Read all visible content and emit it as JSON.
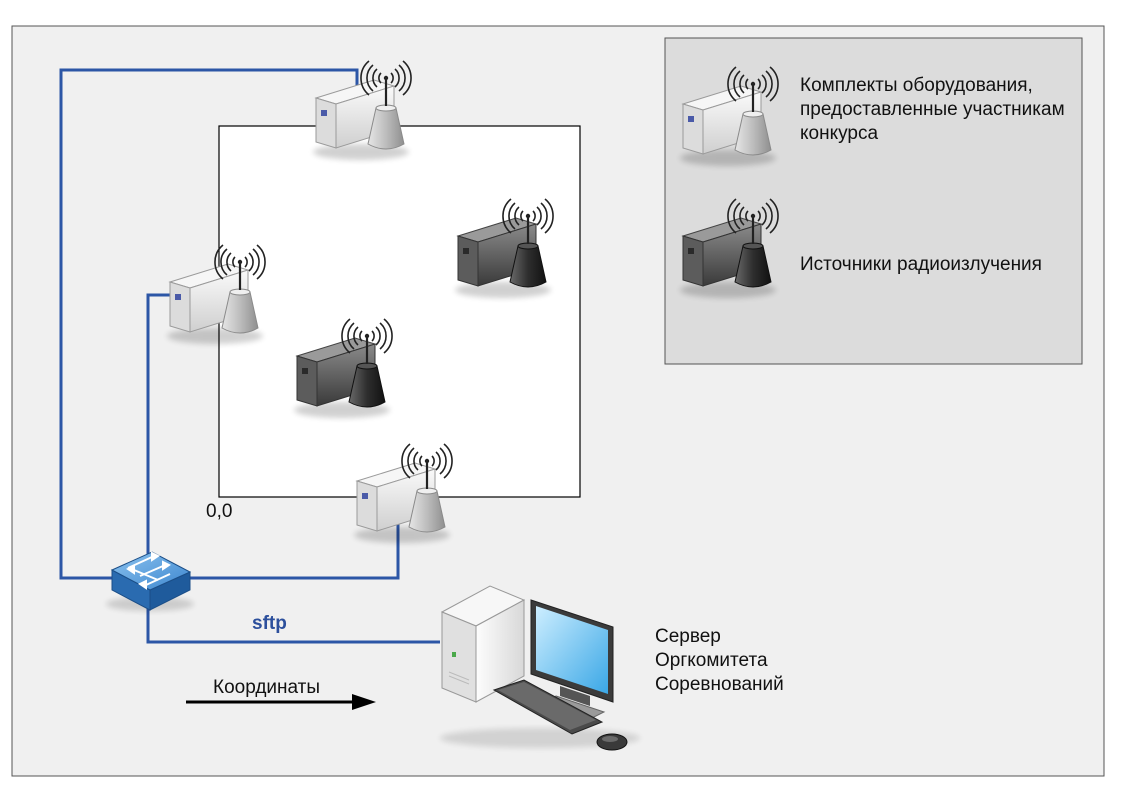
{
  "colors": {
    "background_panel": "#f0f0f0",
    "legend_panel": "#dcdcdc",
    "network_line": "#2c56a6",
    "sftp_label": "#2c4f9c",
    "arrow": "#000000"
  },
  "legend": {
    "participant_kit_label_lines": [
      "Комплекты оборудования,",
      "предоставленные участникам",
      "конкурса"
    ],
    "radio_source_label": "Источники радиоизлучения"
  },
  "diagram": {
    "origin_label": "0,0",
    "sftp_label": "sftp",
    "coordinates_label": "Координаты",
    "server_label_lines": [
      "Сервер",
      "Оргкомитета",
      "Соревнований"
    ]
  },
  "icons": {
    "participant_kit": "light-radio-receiver-icon",
    "radio_source": "dark-radio-transmitter-icon",
    "network_switch": "network-switch-icon",
    "server": "server-computer-icon"
  }
}
